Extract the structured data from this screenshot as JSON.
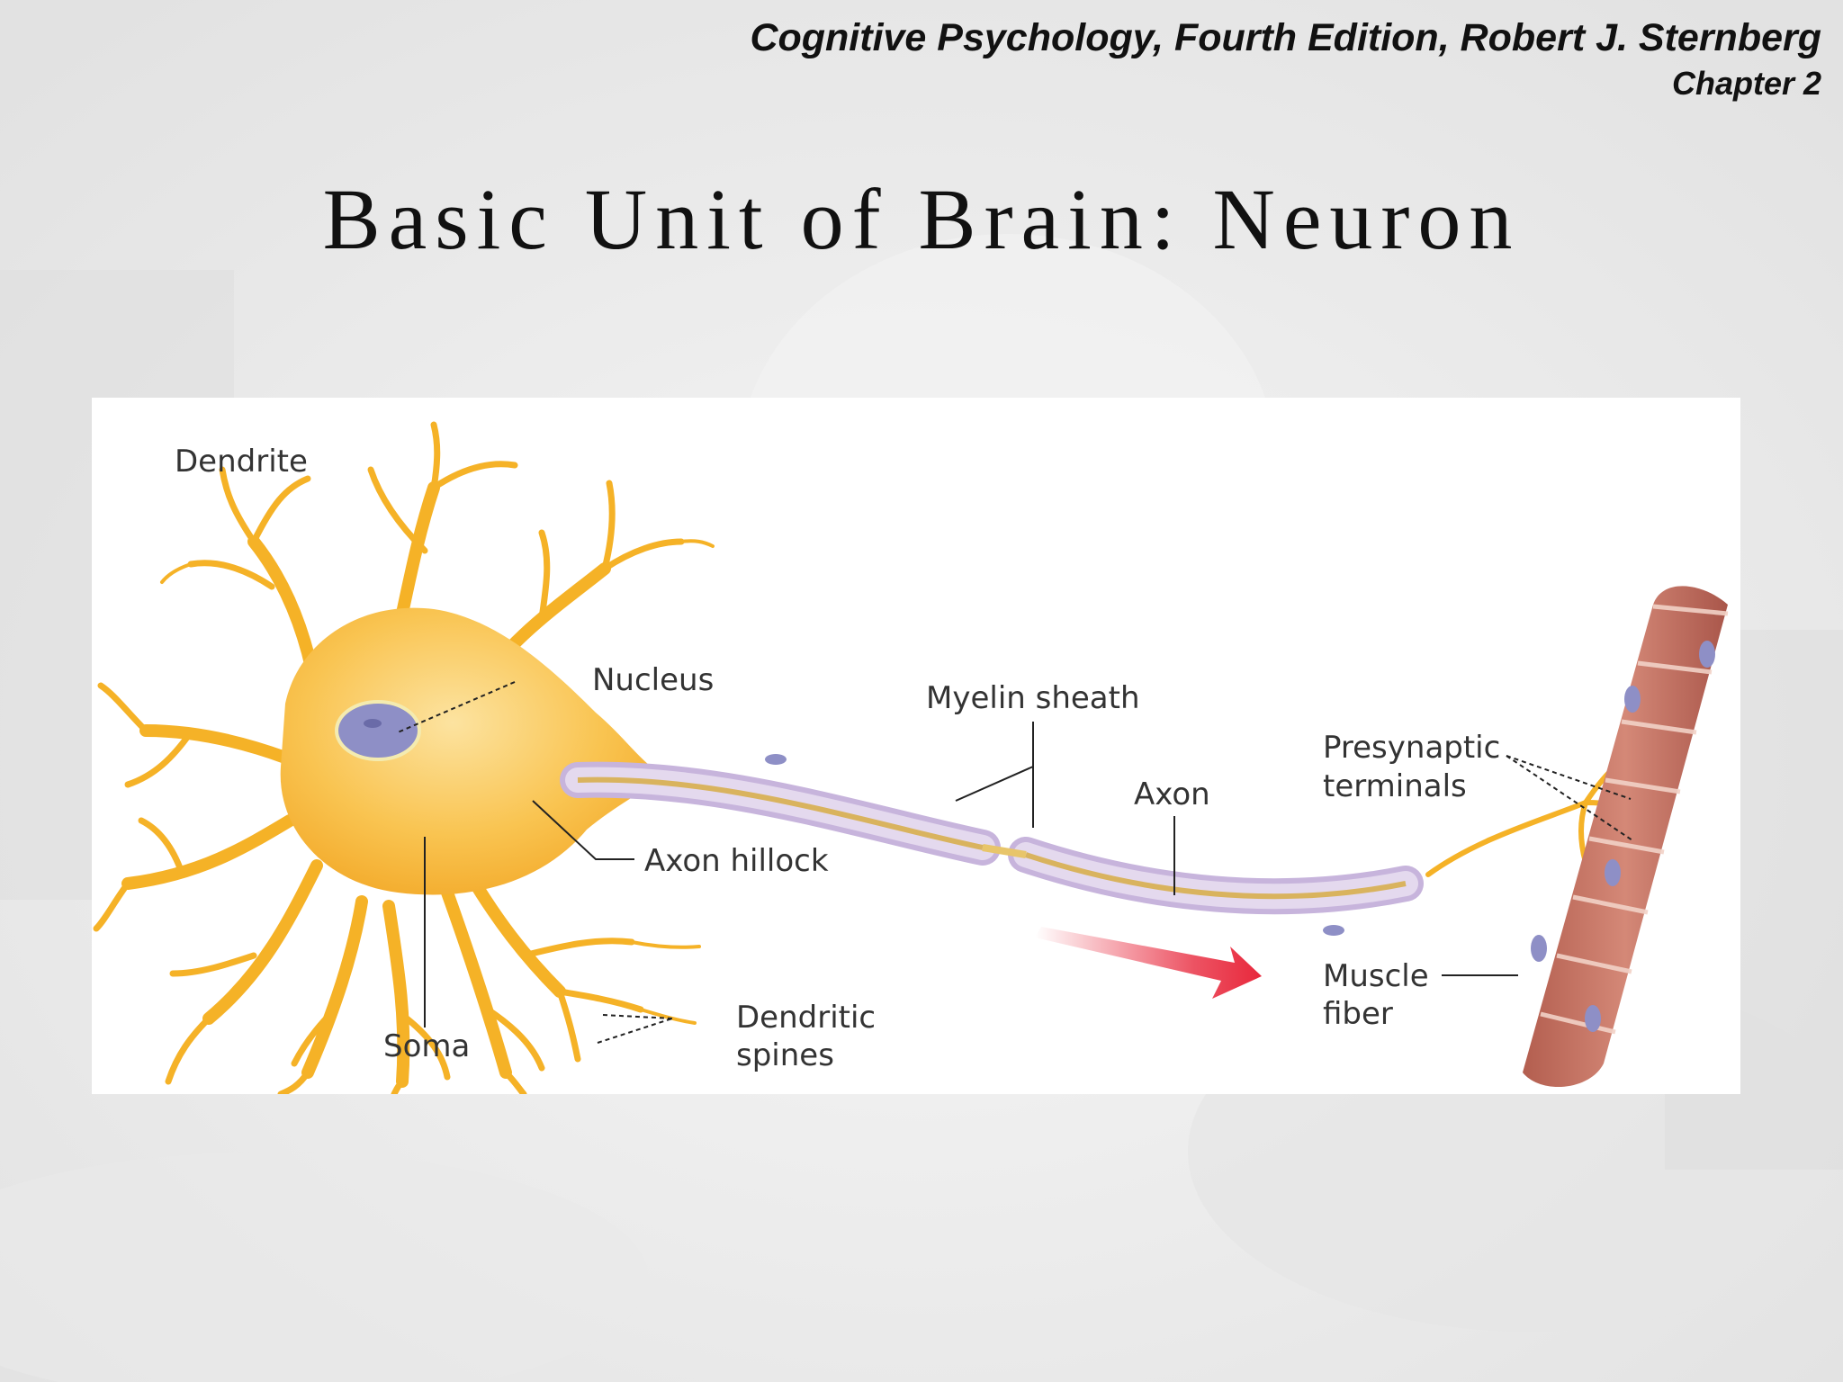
{
  "header": {
    "book": "Cognitive Psychology, Fourth Edition, Robert J. Sternberg",
    "chapter": "Chapter 2"
  },
  "title": "Basic Unit of Brain: Neuron",
  "diagram": {
    "labels": {
      "dendrite": "Dendrite",
      "nucleus": "Nucleus",
      "myelin_sheath": "Myelin sheath",
      "axon": "Axon",
      "presynaptic_1": "Presynaptic",
      "presynaptic_2": "terminals",
      "axon_hillock": "Axon hillock",
      "soma": "Soma",
      "dendritic_spines_1": "Dendritic",
      "dendritic_spines_2": "spines",
      "muscle_fiber_1": "Muscle",
      "muscle_fiber_2": "fiber"
    },
    "colors": {
      "neuron_body": "#F7B733",
      "neuron_light": "#FCD77A",
      "nucleus": "#8E8FC6",
      "myelin": "#D5C5E3",
      "axon_core": "#D9B35E",
      "muscle": "#C8786A",
      "arrow": "#E8283C"
    }
  }
}
